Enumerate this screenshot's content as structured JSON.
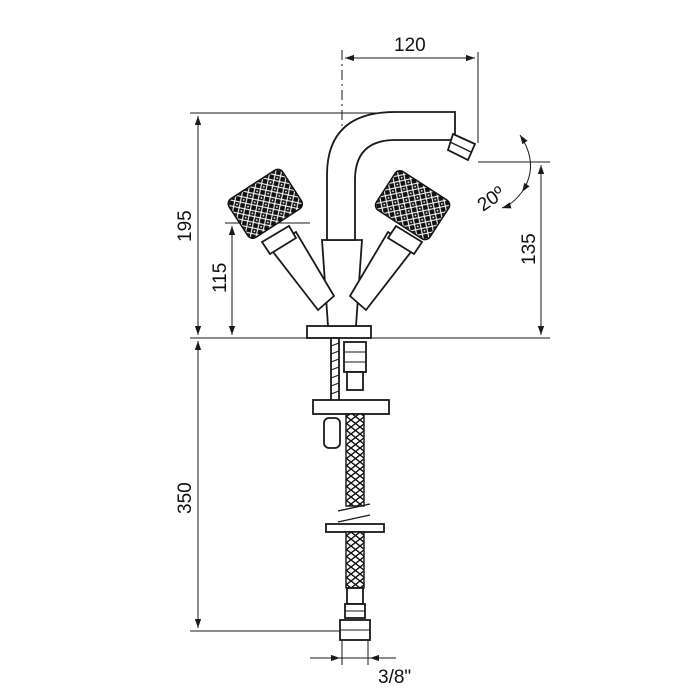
{
  "dimensions": {
    "spout_reach": "120",
    "total_height": "195",
    "handle_height": "115",
    "spout_height": "135",
    "spout_angle": "20º",
    "hose_length": "350",
    "connection": "3/8\""
  },
  "colors": {
    "line": "#1a1a1a",
    "background": "#ffffff"
  }
}
